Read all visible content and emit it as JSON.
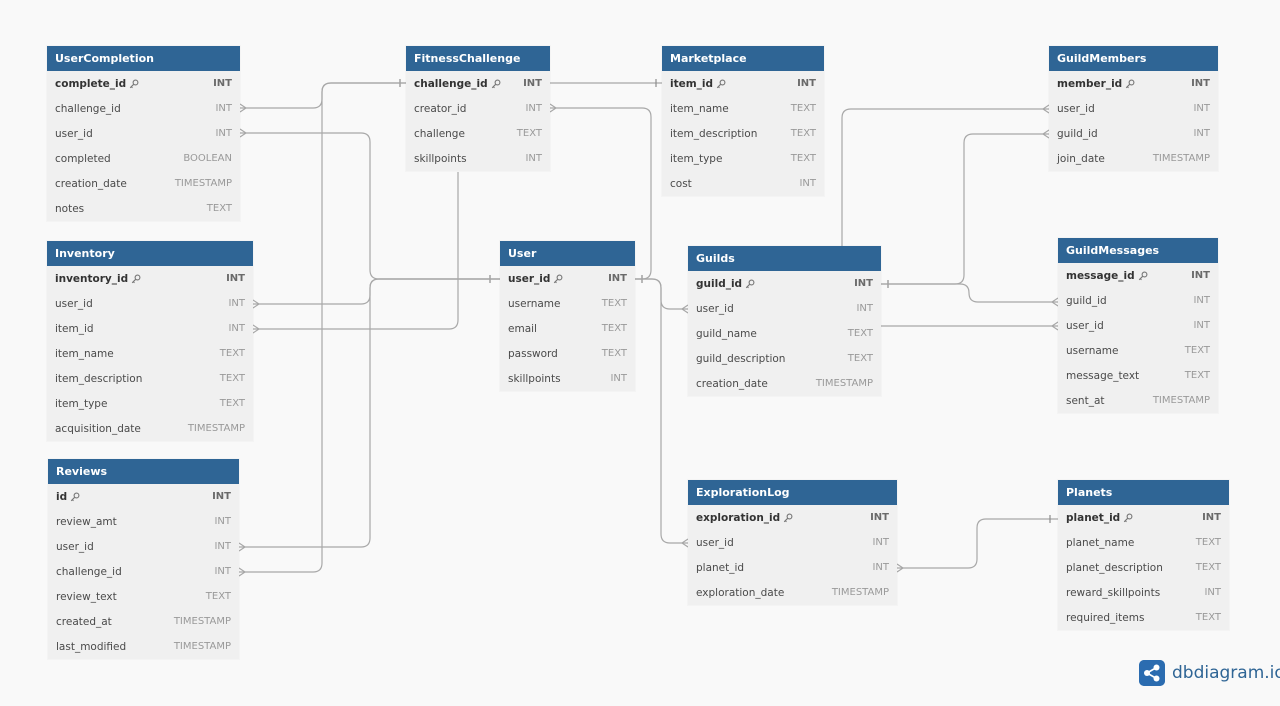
{
  "brand": {
    "text": "dbdiagram.io",
    "icon": "share-nodes-icon",
    "color": "#2f6595"
  },
  "colors": {
    "header": "#2f6595",
    "body": "#efefef",
    "edge": "#a8a8a8",
    "background": "#f9f9f9"
  },
  "tables": [
    {
      "id": "usercompletion",
      "name": "UserCompletion",
      "fields": [
        {
          "name": "complete_id",
          "type": "INT",
          "pk": true
        },
        {
          "name": "challenge_id",
          "type": "INT"
        },
        {
          "name": "user_id",
          "type": "INT"
        },
        {
          "name": "completed",
          "type": "BOOLEAN"
        },
        {
          "name": "creation_date",
          "type": "TIMESTAMP"
        },
        {
          "name": "notes",
          "type": "TEXT"
        }
      ]
    },
    {
      "id": "fitnesschallenge",
      "name": "FitnessChallenge",
      "fields": [
        {
          "name": "challenge_id",
          "type": "INT",
          "pk": true
        },
        {
          "name": "creator_id",
          "type": "INT"
        },
        {
          "name": "challenge",
          "type": "TEXT"
        },
        {
          "name": "skillpoints",
          "type": "INT"
        }
      ]
    },
    {
      "id": "marketplace",
      "name": "Marketplace",
      "fields": [
        {
          "name": "item_id",
          "type": "INT",
          "pk": true
        },
        {
          "name": "item_name",
          "type": "TEXT"
        },
        {
          "name": "item_description",
          "type": "TEXT"
        },
        {
          "name": "item_type",
          "type": "TEXT"
        },
        {
          "name": "cost",
          "type": "INT"
        }
      ]
    },
    {
      "id": "guildmembers",
      "name": "GuildMembers",
      "fields": [
        {
          "name": "member_id",
          "type": "INT",
          "pk": true
        },
        {
          "name": "user_id",
          "type": "INT"
        },
        {
          "name": "guild_id",
          "type": "INT"
        },
        {
          "name": "join_date",
          "type": "TIMESTAMP"
        }
      ]
    },
    {
      "id": "inventory",
      "name": "Inventory",
      "fields": [
        {
          "name": "inventory_id",
          "type": "INT",
          "pk": true
        },
        {
          "name": "user_id",
          "type": "INT"
        },
        {
          "name": "item_id",
          "type": "INT"
        },
        {
          "name": "item_name",
          "type": "TEXT"
        },
        {
          "name": "item_description",
          "type": "TEXT"
        },
        {
          "name": "item_type",
          "type": "TEXT"
        },
        {
          "name": "acquisition_date",
          "type": "TIMESTAMP"
        }
      ]
    },
    {
      "id": "user",
      "name": "User",
      "fields": [
        {
          "name": "user_id",
          "type": "INT",
          "pk": true
        },
        {
          "name": "username",
          "type": "TEXT"
        },
        {
          "name": "email",
          "type": "TEXT"
        },
        {
          "name": "password",
          "type": "TEXT"
        },
        {
          "name": "skillpoints",
          "type": "INT"
        }
      ]
    },
    {
      "id": "guilds",
      "name": "Guilds",
      "fields": [
        {
          "name": "guild_id",
          "type": "INT",
          "pk": true
        },
        {
          "name": "user_id",
          "type": "INT"
        },
        {
          "name": "guild_name",
          "type": "TEXT"
        },
        {
          "name": "guild_description",
          "type": "TEXT"
        },
        {
          "name": "creation_date",
          "type": "TIMESTAMP"
        }
      ]
    },
    {
      "id": "guildmessages",
      "name": "GuildMessages",
      "fields": [
        {
          "name": "message_id",
          "type": "INT",
          "pk": true
        },
        {
          "name": "guild_id",
          "type": "INT"
        },
        {
          "name": "user_id",
          "type": "INT"
        },
        {
          "name": "username",
          "type": "TEXT"
        },
        {
          "name": "message_text",
          "type": "TEXT"
        },
        {
          "name": "sent_at",
          "type": "TIMESTAMP"
        }
      ]
    },
    {
      "id": "reviews",
      "name": "Reviews",
      "fields": [
        {
          "name": "id",
          "type": "INT",
          "pk": true
        },
        {
          "name": "review_amt",
          "type": "INT"
        },
        {
          "name": "user_id",
          "type": "INT"
        },
        {
          "name": "challenge_id",
          "type": "INT"
        },
        {
          "name": "review_text",
          "type": "TEXT"
        },
        {
          "name": "created_at",
          "type": "TIMESTAMP"
        },
        {
          "name": "last_modified",
          "type": "TIMESTAMP"
        }
      ]
    },
    {
      "id": "explorationlog",
      "name": "ExplorationLog",
      "fields": [
        {
          "name": "exploration_id",
          "type": "INT",
          "pk": true
        },
        {
          "name": "user_id",
          "type": "INT"
        },
        {
          "name": "planet_id",
          "type": "INT"
        },
        {
          "name": "exploration_date",
          "type": "TIMESTAMP"
        }
      ]
    },
    {
      "id": "planets",
      "name": "Planets",
      "fields": [
        {
          "name": "planet_id",
          "type": "INT",
          "pk": true
        },
        {
          "name": "planet_name",
          "type": "TEXT"
        },
        {
          "name": "planet_description",
          "type": "TEXT"
        },
        {
          "name": "reward_skillpoints",
          "type": "INT"
        },
        {
          "name": "required_items",
          "type": "TEXT"
        }
      ]
    }
  ],
  "relations": [
    {
      "from": "usercompletion.challenge_id",
      "to": "fitnesschallenge.challenge_id"
    },
    {
      "from": "usercompletion.user_id",
      "to": "user.user_id"
    },
    {
      "from": "fitnesschallenge.creator_id",
      "to": "user.user_id"
    },
    {
      "from": "inventory.user_id",
      "to": "user.user_id"
    },
    {
      "from": "inventory.item_id",
      "to": "marketplace.item_id"
    },
    {
      "from": "reviews.user_id",
      "to": "user.user_id"
    },
    {
      "from": "reviews.challenge_id",
      "to": "fitnesschallenge.challenge_id"
    },
    {
      "from": "guilds.user_id",
      "to": "user.user_id"
    },
    {
      "from": "explorationlog.user_id",
      "to": "user.user_id"
    },
    {
      "from": "guildmembers.user_id",
      "to": "user.user_id"
    },
    {
      "from": "guildmembers.guild_id",
      "to": "guilds.guild_id"
    },
    {
      "from": "guildmessages.guild_id",
      "to": "guilds.guild_id"
    },
    {
      "from": "guildmessages.user_id",
      "to": "user.user_id"
    },
    {
      "from": "explorationlog.planet_id",
      "to": "planets.planet_id"
    }
  ]
}
